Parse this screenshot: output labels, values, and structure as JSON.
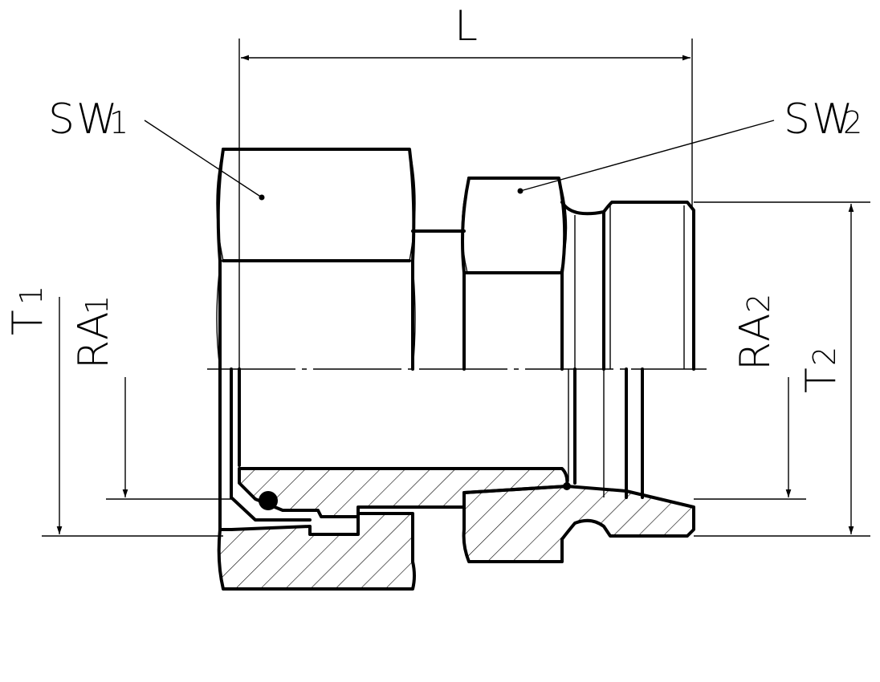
{
  "labels": {
    "length": "L",
    "wrench1_main": "SW",
    "wrench1_sub": "1",
    "wrench2_main": "SW",
    "wrench2_sub": "2",
    "thread1_main": "T",
    "thread1_sub": "1",
    "relief1_main": "RA",
    "relief1_sub": "1",
    "relief2_main": "RA",
    "relief2_sub": "2",
    "thread2_main": "T",
    "thread2_sub": "2"
  }
}
